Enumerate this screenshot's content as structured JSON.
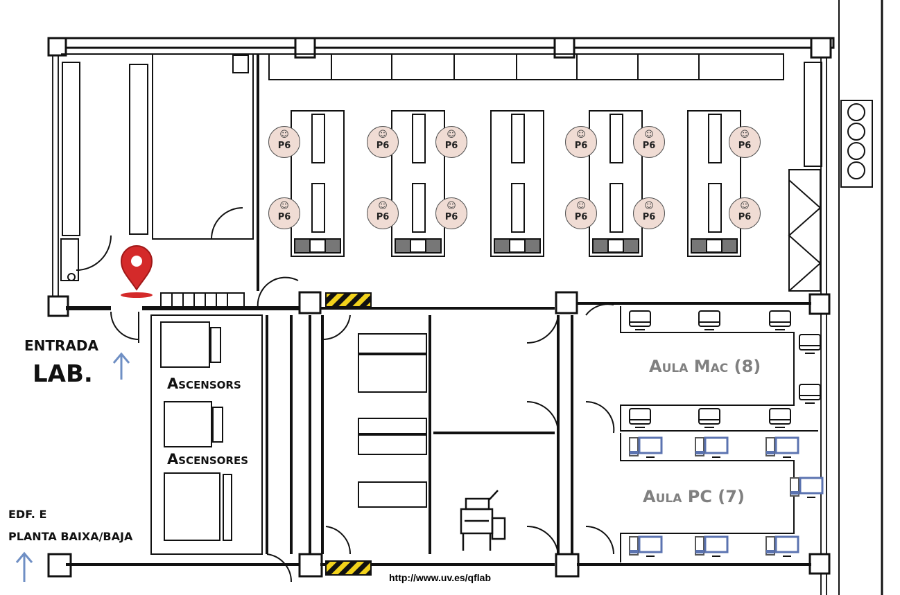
{
  "labels": {
    "entrance_line1": "ENTRADA",
    "entrance_line2": "LAB.",
    "elevators_ca": "Ascensors",
    "elevators_es": "Ascensores",
    "building_line1": "EDF. E",
    "building_line2": "PLANTA BAIXA/BAJA",
    "aula_mac": "Aula Mac (8)",
    "aula_pc": "Aula PC (7)",
    "url": "http://www.uv.es/qflab"
  },
  "workstations": [
    {
      "label": "P6"
    },
    {
      "label": "P6"
    },
    {
      "label": "P6"
    },
    {
      "label": "P6"
    },
    {
      "label": "P6"
    },
    {
      "label": "P6"
    },
    {
      "label": "P6"
    },
    {
      "label": "P6"
    },
    {
      "label": "P6"
    },
    {
      "label": "P6"
    },
    {
      "label": "P6"
    },
    {
      "label": "P6"
    }
  ],
  "colors": {
    "pin": "#d42a2a",
    "arrow": "#6f8fc4",
    "workstation": "#f0dcd4",
    "pc_monitor": "#5b73b0",
    "room_label": "#808080"
  }
}
